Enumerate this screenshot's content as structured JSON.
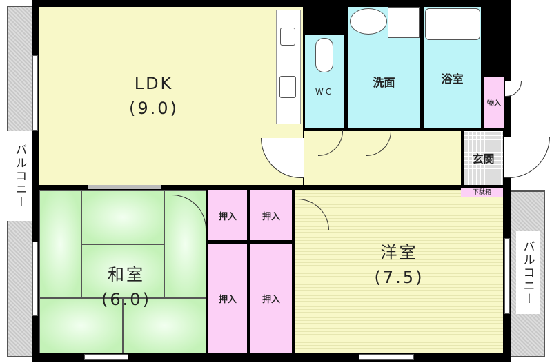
{
  "rooms": {
    "ldk": {
      "name": "LDK",
      "size": "(9.0)"
    },
    "wc": {
      "name": "WC"
    },
    "senmen": {
      "name": "洗面"
    },
    "yokushitsu": {
      "name": "浴室"
    },
    "monoire": {
      "name": "物入"
    },
    "genkan": {
      "name": "玄関"
    },
    "getabako": {
      "name": "下駄箱"
    },
    "washitsu": {
      "name": "和室",
      "size": "(6.0)"
    },
    "yoshitsu": {
      "name": "洋室",
      "size": "(7.5)"
    },
    "oshiire": [
      {
        "name": "押入"
      },
      {
        "name": "押入"
      },
      {
        "name": "押入"
      },
      {
        "name": "押入"
      }
    ],
    "balcony_left": {
      "name": "バルコニー"
    },
    "balcony_right": {
      "name": "バルコニー"
    }
  },
  "colors": {
    "ldk": "#f8f8c8",
    "wet": "#bdf4f8",
    "storage": "#fcd0f6",
    "tatami": "#c4f2b8"
  }
}
